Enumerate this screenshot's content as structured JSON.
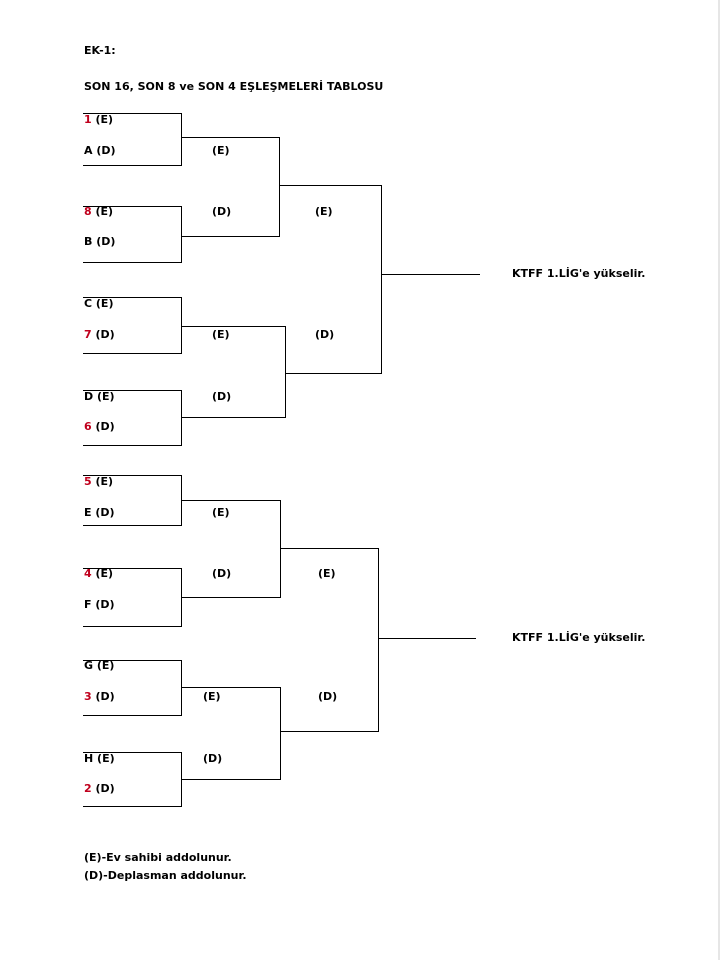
{
  "header": {
    "annex": "EK-1:",
    "title": "SON 16, SON 8 ve SON 4 EŞLEŞMELERİ TABLOSU"
  },
  "colors": {
    "seed_number": "#c0001d",
    "line": "#000000"
  },
  "brackets": [
    {
      "teams": [
        {
          "seed": "1",
          "name": "",
          "role": "(E)"
        },
        {
          "seed": "",
          "name": "A",
          "role": "(D)"
        },
        {
          "seed": "8",
          "name": "",
          "role": "(E)"
        },
        {
          "seed": "",
          "name": "B",
          "role": "(D)"
        },
        {
          "seed": "",
          "name": "C",
          "role": "(E)"
        },
        {
          "seed": "7",
          "name": "",
          "role": "(D)"
        },
        {
          "seed": "",
          "name": "D",
          "role": "(E)"
        },
        {
          "seed": "6",
          "name": "",
          "role": "(D)"
        }
      ],
      "quarter_labels": [
        "(E)",
        "(D)",
        "(E)",
        "(D)"
      ],
      "semi_labels": [
        "(E)",
        "(D)"
      ],
      "result": "KTFF 1.LİG'e yükselir."
    },
    {
      "teams": [
        {
          "seed": "5",
          "name": "",
          "role": "(E)"
        },
        {
          "seed": "",
          "name": "E",
          "role": "(D)"
        },
        {
          "seed": "4",
          "name": "",
          "role": "(E)"
        },
        {
          "seed": "",
          "name": "F",
          "role": "(D)"
        },
        {
          "seed": "",
          "name": "G",
          "role": "(E)"
        },
        {
          "seed": "3",
          "name": "",
          "role": "(D)"
        },
        {
          "seed": "",
          "name": "H",
          "role": "(E)"
        },
        {
          "seed": "2",
          "name": "",
          "role": "(D)"
        }
      ],
      "quarter_labels": [
        "(E)",
        "(D)",
        "(E)",
        "(D)"
      ],
      "semi_labels": [
        "(E)",
        "(D)"
      ],
      "result": "KTFF 1.LİG'e yükselir."
    }
  ],
  "legend": [
    "(E)-Ev sahibi addolunur.",
    "(D)-Deplasman addolunur."
  ]
}
